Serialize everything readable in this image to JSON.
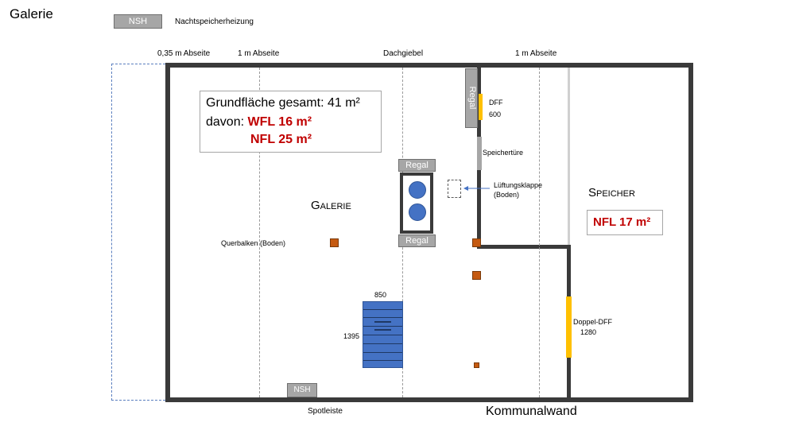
{
  "page_title": "Galerie",
  "legend": {
    "swatch_label": "NSH",
    "description": "Nachtspeicherheizung"
  },
  "top_labels": {
    "abseite_035": "0,35 m Abseite",
    "abseite_1_left": "1 m Abseite",
    "dachgiebel": "Dachgiebel",
    "abseite_1_right": "1 m Abseite"
  },
  "info_box": {
    "line1": "Grundfläche gesamt: 41 m²",
    "line2_prefix": "davon: ",
    "line2_value": "WFL 16 m²",
    "line3_value": "NFL 25 m²"
  },
  "rooms": {
    "galerie": "Galerie",
    "speicher": "Speicher",
    "speicher_nfl": "NFL 17 m²"
  },
  "labels": {
    "regal": "Regal",
    "dff": "DFF",
    "dff_size": "600",
    "speichertuere": "Speichertüre",
    "lueftungsklappe": "Lüftungsklappe",
    "lueftungsklappe_sub": "(Boden)",
    "querbalken": "Querbalken (Boden)",
    "stair_width": "850",
    "stair_length": "1395",
    "doppel_dff": "Doppel-DFF",
    "doppel_dff_size": "1280",
    "nsh": "NSH",
    "spotleiste": "Spotleiste",
    "kommunalwand": "Kommunalwand"
  },
  "colors": {
    "wall": "#3a3a3a",
    "beam": "#c55a11",
    "window": "#ffc000",
    "stair": "#4472c4",
    "accent_red": "#c00000",
    "shelf": "#a6a6a6"
  }
}
